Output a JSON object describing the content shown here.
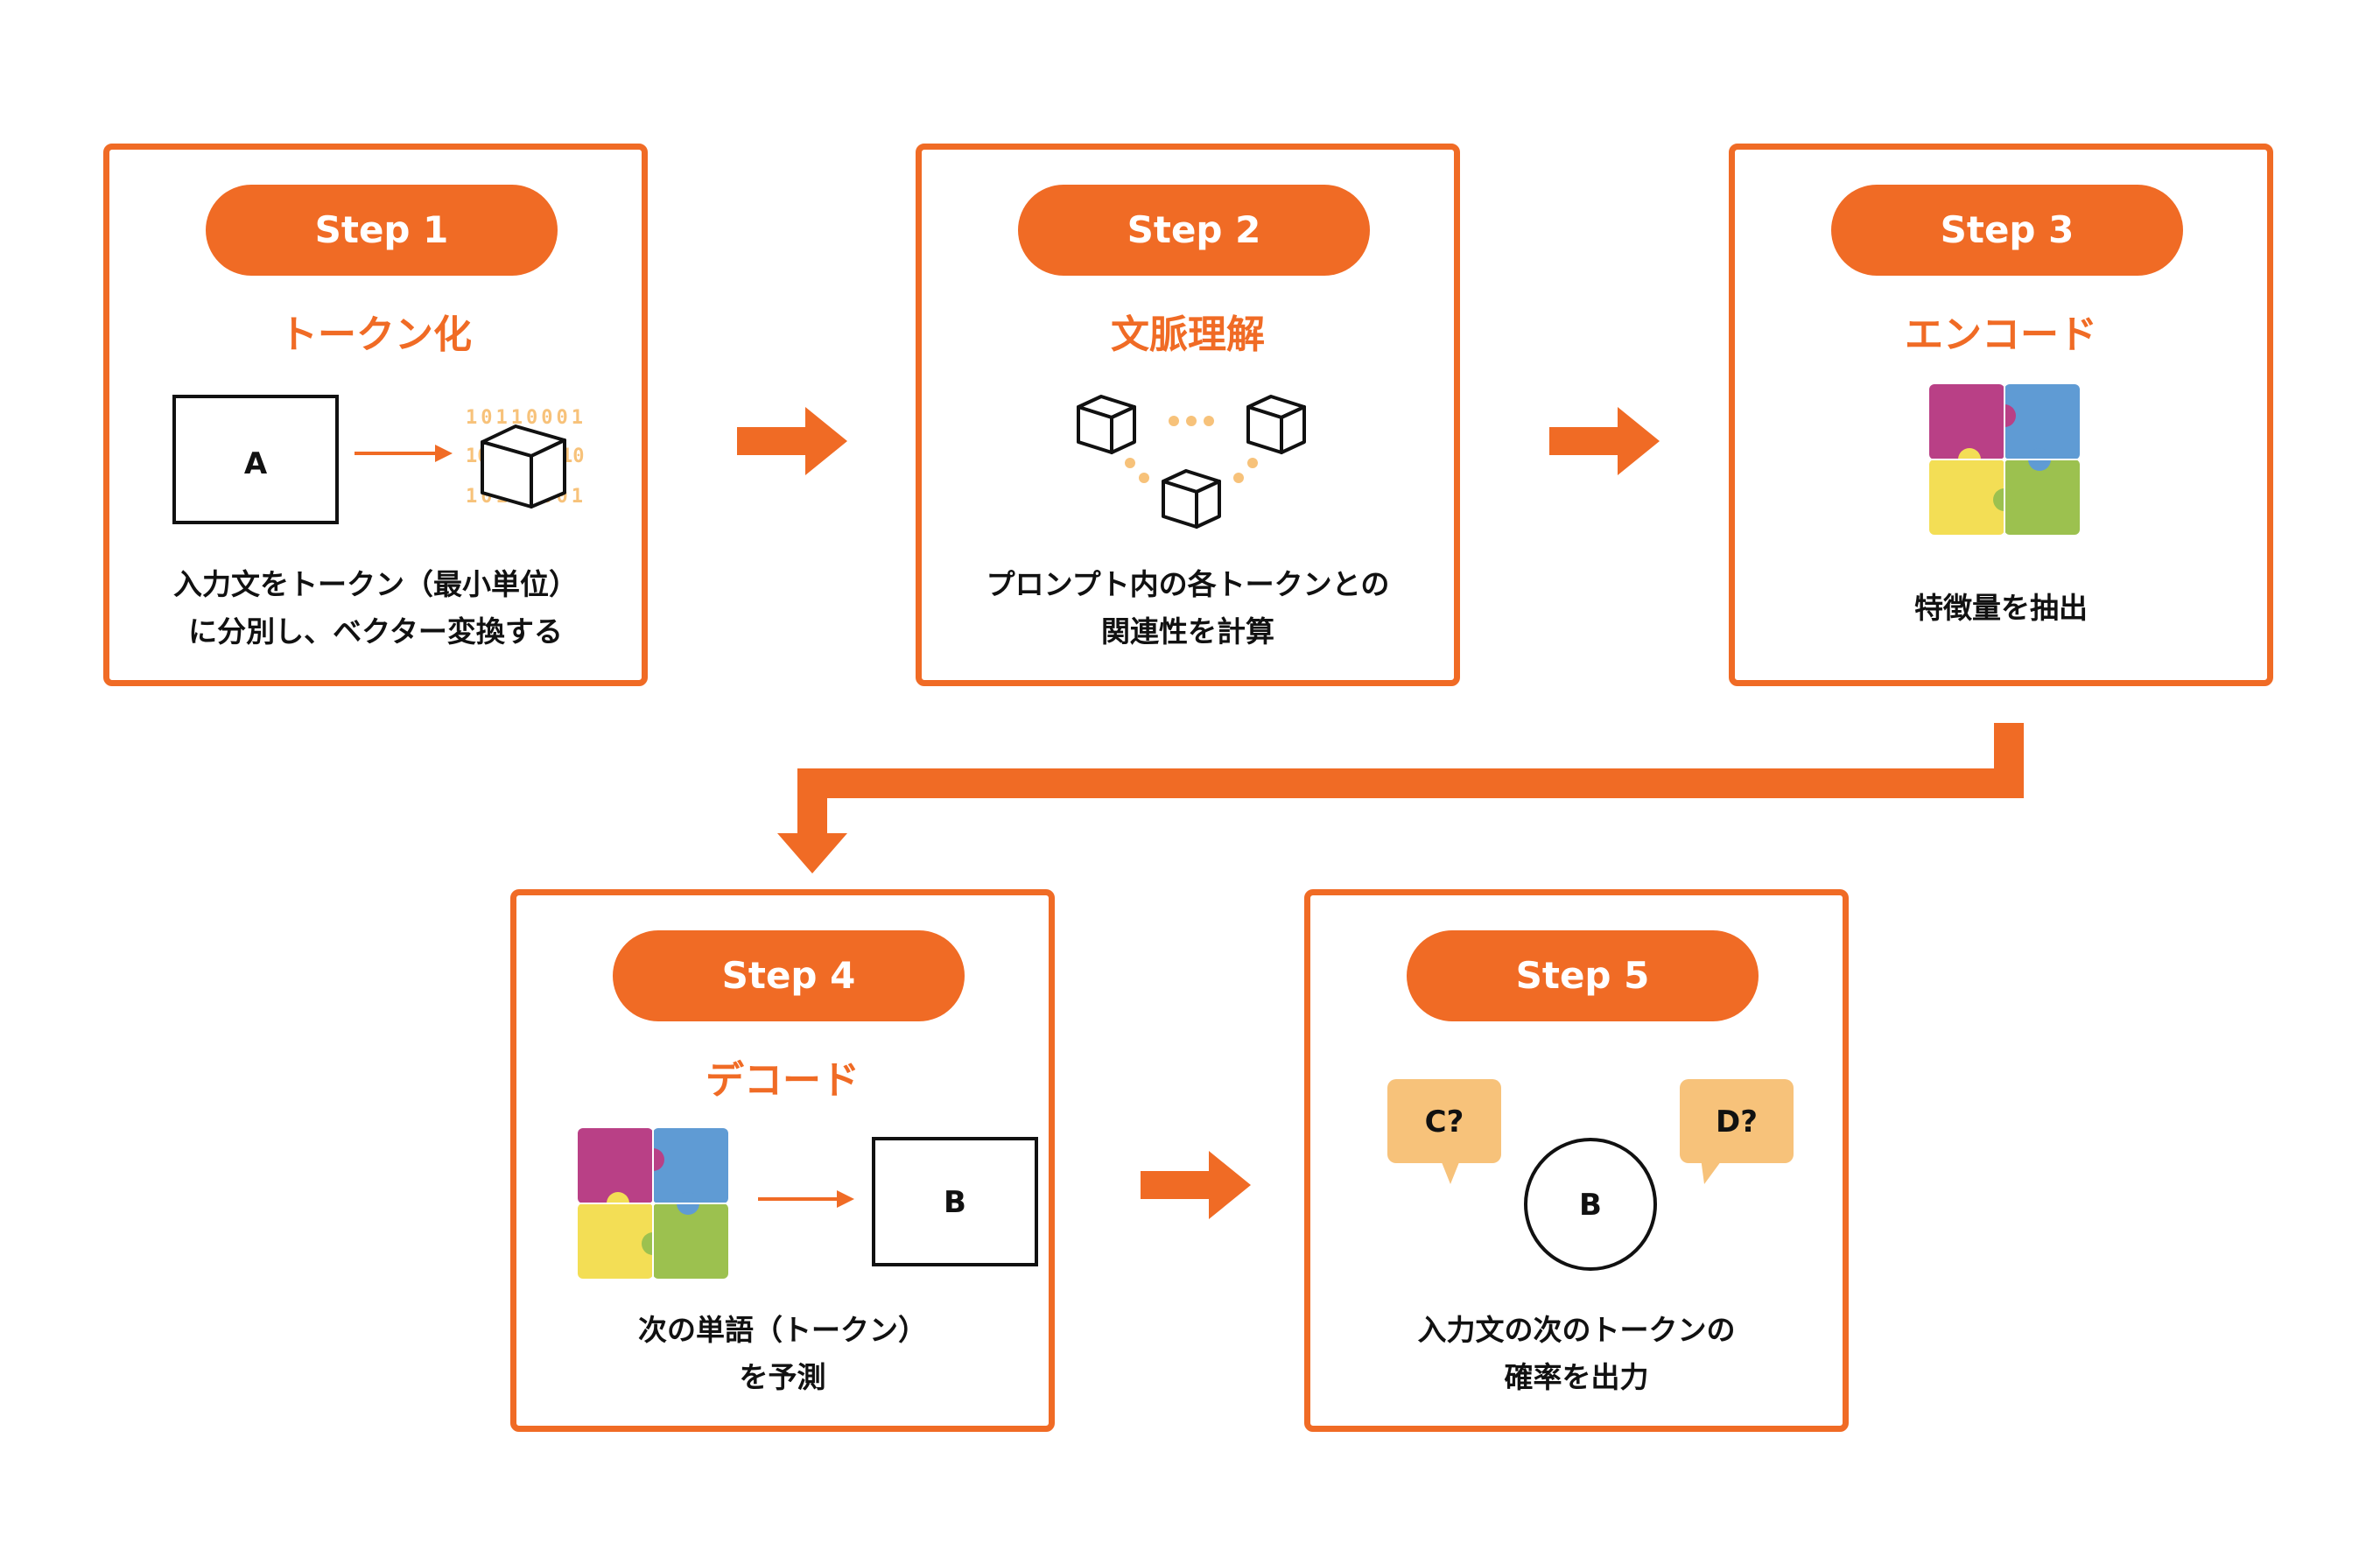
{
  "colors": {
    "accent": "#F06B25",
    "soft_orange": "#F7C27A",
    "magenta": "#B94086",
    "blue": "#5F9BD4",
    "yellow": "#F3DE55",
    "green": "#9CC14F"
  },
  "steps": [
    {
      "label": "Step 1",
      "title": "トークン化",
      "desc": [
        "入力文をトークン（最小単位）",
        "に分別し、ベクター変換する"
      ],
      "box_text": "A"
    },
    {
      "label": "Step 2",
      "title": "文脈理解",
      "desc": [
        "プロンプト内の各トークンとの",
        "関連性を計算"
      ]
    },
    {
      "label": "Step 3",
      "title": "エンコード",
      "desc": [
        "特徴量を抽出"
      ]
    },
    {
      "label": "Step 4",
      "title": "デコード",
      "desc": [
        "次の単語（トークン）",
        "を予測"
      ],
      "box_text": "B"
    },
    {
      "label": "Step 5",
      "desc": [
        "入力文の次のトークンの",
        "確率を出力"
      ],
      "circle_text": "B",
      "bubble_left": "C?",
      "bubble_right": "D?"
    }
  ],
  "binary": {
    "top": "10110001",
    "side": "10",
    "bottom": "10110001"
  },
  "icons": [
    "cube-icon",
    "puzzle-icon",
    "arrow-right-icon",
    "speech-bubble-icon"
  ]
}
